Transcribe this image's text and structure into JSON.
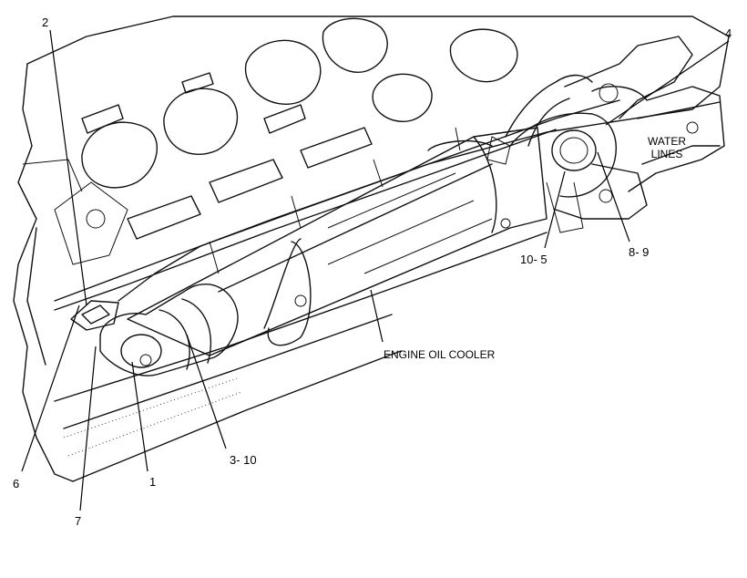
{
  "callouts": {
    "c1": "1",
    "c2": "2",
    "c3": "3- 10",
    "c4": "4",
    "c6": "6",
    "c7": "7",
    "c8": "8- 9",
    "c10": "10- 5"
  },
  "labels": {
    "oil_cooler": "ENGINE OIL COOLER",
    "water_line_1": "WATER",
    "water_line_2": "LINES"
  }
}
